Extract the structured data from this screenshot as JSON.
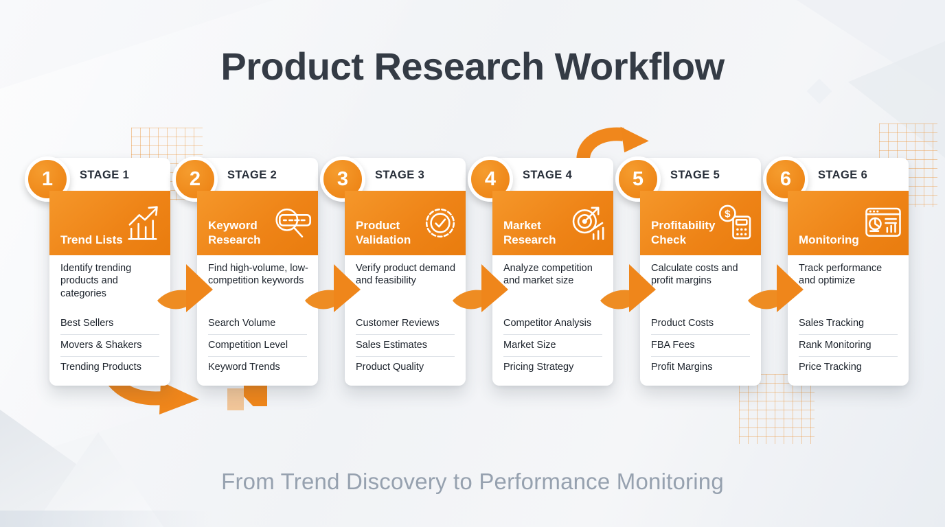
{
  "title": "Product Research Workflow",
  "subtitle": "From Trend Discovery to Performance Monitoring",
  "colors": {
    "accent_orange": "#F0861C",
    "title_text": "#343B45",
    "body_text": "#1B222B",
    "subtitle_text": "#96A1AF"
  },
  "stages": [
    {
      "number": "1",
      "label": "STAGE 1",
      "title": "Trend Lists",
      "icon": "trend-chart-icon",
      "description": "Identify trending products and categories",
      "items": [
        "Best Sellers",
        "Movers & Shakers",
        "Trending Products"
      ]
    },
    {
      "number": "2",
      "label": "STAGE 2",
      "title": "Keyword Research",
      "icon": "keyword-search-icon",
      "description": "Find high-volume, low-competition keywords",
      "items": [
        "Search Volume",
        "Competition Level",
        "Keyword Trends"
      ]
    },
    {
      "number": "3",
      "label": "STAGE 3",
      "title": "Product Validation",
      "icon": "validation-badge-icon",
      "description": "Verify product demand and feasibility",
      "items": [
        "Customer Reviews",
        "Sales Estimates",
        "Product Quality"
      ]
    },
    {
      "number": "4",
      "label": "STAGE 4",
      "title": "Market Research",
      "icon": "target-analysis-icon",
      "description": "Analyze competition and market size",
      "items": [
        "Competitor Analysis",
        "Market Size",
        "Pricing Strategy"
      ]
    },
    {
      "number": "5",
      "label": "STAGE 5",
      "title": "Profitability Check",
      "icon": "profit-calculator-icon",
      "description": "Calculate costs and profit margins",
      "items": [
        "Product Costs",
        "FBA Fees",
        "Profit Margins"
      ]
    },
    {
      "number": "6",
      "label": "STAGE 6",
      "title": "Monitoring",
      "icon": "dashboard-icon",
      "description": "Track performance and optimize",
      "items": [
        "Sales Tracking",
        "Rank Monitoring",
        "Price Tracking"
      ]
    }
  ]
}
